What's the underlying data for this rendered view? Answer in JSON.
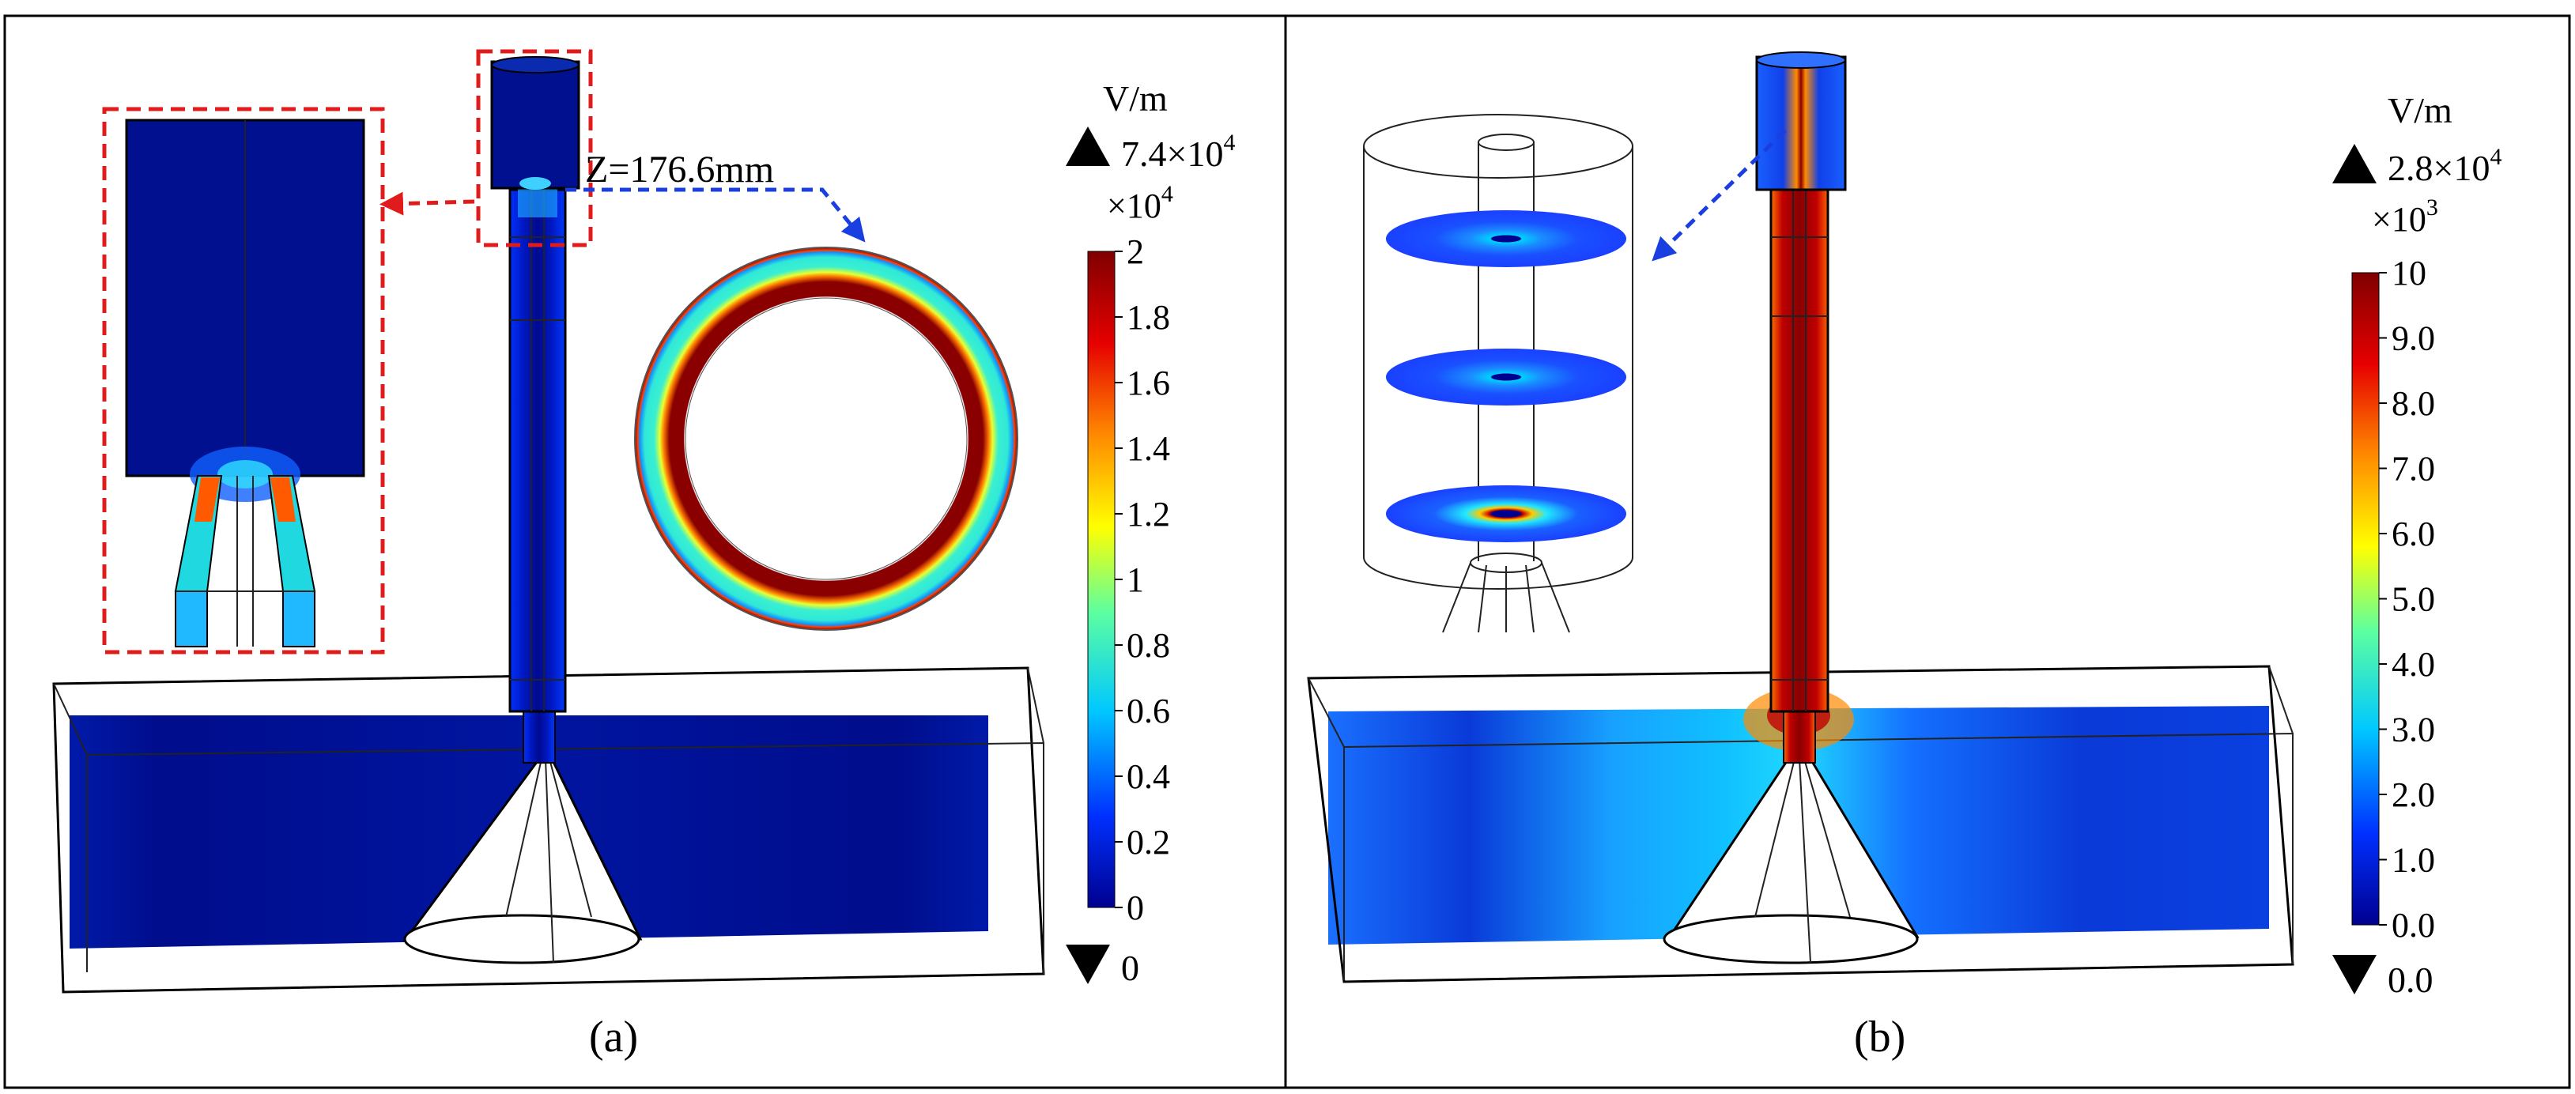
{
  "panels": [
    {
      "id": "a",
      "caption": "(a)",
      "annotation": "Z=176.6mm",
      "unit": "V/m",
      "max_label": "7.4×10",
      "max_exp": "4",
      "min_label": "0",
      "scale_label": "×10",
      "scale_exp": "4",
      "ticks": [
        "2",
        "1.8",
        "1.6",
        "1.4",
        "1.2",
        "1",
        "0.8",
        "0.6",
        "0.4",
        "0.2",
        "0"
      ]
    },
    {
      "id": "b",
      "caption": "(b)",
      "unit": "V/m",
      "max_label": "2.8×10",
      "max_exp": "4",
      "min_label": "0.0",
      "scale_label": "×10",
      "scale_exp": "3",
      "ticks": [
        "10",
        "9.0",
        "8.0",
        "7.0",
        "6.0",
        "5.0",
        "4.0",
        "3.0",
        "2.0",
        "1.0",
        "0.0"
      ]
    }
  ],
  "colormap": [
    "#00008f",
    "#0030ff",
    "#00c8ff",
    "#5cffa0",
    "#ffff00",
    "#ff8a00",
    "#e60000",
    "#800000"
  ],
  "colors": {
    "callout_red": "#e01b1b",
    "callout_blue": "#1a3fe0"
  }
}
